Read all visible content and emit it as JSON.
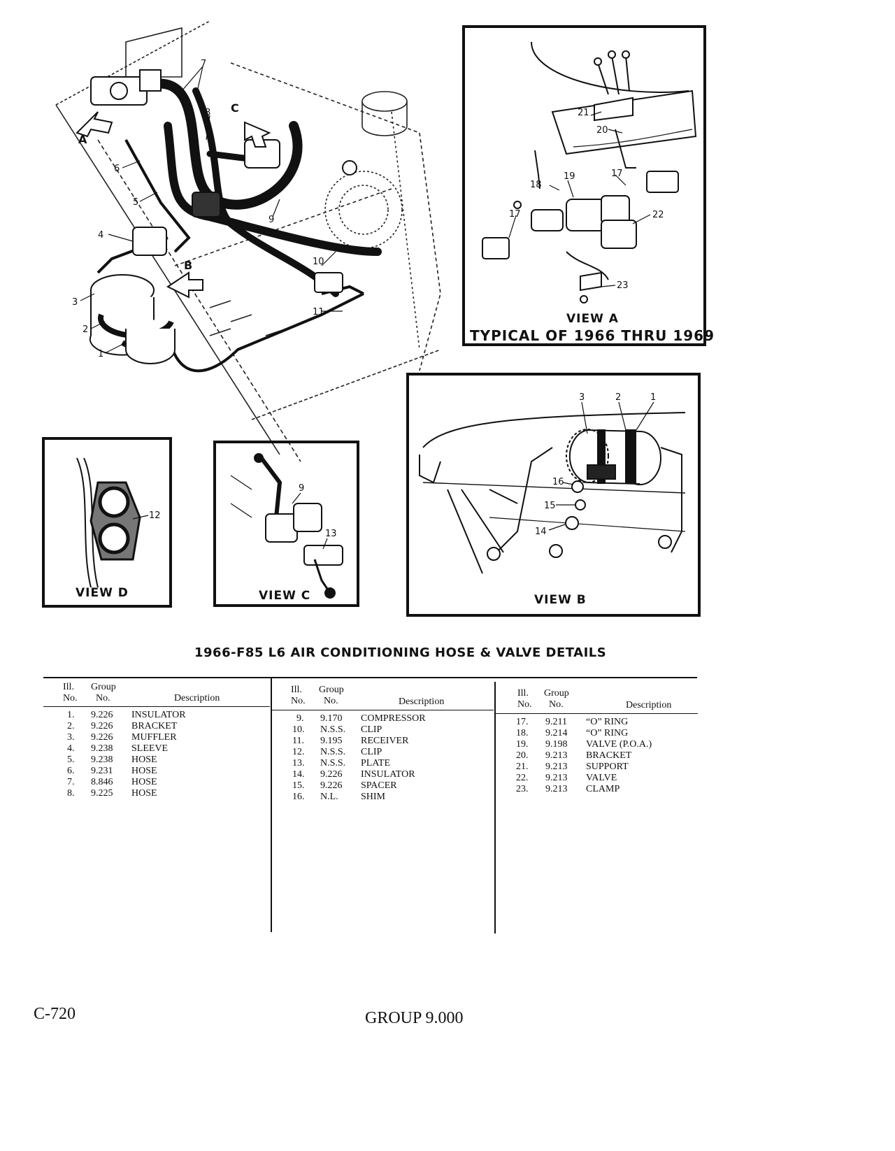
{
  "figure": {
    "main_callouts": [
      "1",
      "2",
      "3",
      "4",
      "5",
      "6",
      "7",
      "8",
      "9",
      "10",
      "11",
      "A",
      "B",
      "C"
    ],
    "view_a": {
      "label": "VIEW A",
      "subtitle": "TYPICAL OF 1966 THRU 1969",
      "callouts": [
        "17",
        "18",
        "19",
        "17",
        "20",
        "21",
        "22",
        "23"
      ]
    },
    "view_b": {
      "label": "VIEW B",
      "callouts": [
        "3",
        "2",
        "1",
        "16",
        "15",
        "14"
      ]
    },
    "view_c": {
      "label": "VIEW C",
      "callouts": [
        "9",
        "13"
      ]
    },
    "view_d": {
      "label": "VIEW D",
      "callouts": [
        "12"
      ]
    }
  },
  "caption": "1966-F85 L6 AIR CONDITIONING HOSE & VALVE DETAILS",
  "table": {
    "headers": {
      "ill_1": "Ill.",
      "ill_2": "No.",
      "group_1": "Group",
      "group_2": "No.",
      "desc": "Description"
    },
    "columns": [
      [
        {
          "no": "1.",
          "group": "9.226",
          "desc": "INSULATOR"
        },
        {
          "no": "2.",
          "group": "9.226",
          "desc": "BRACKET"
        },
        {
          "no": "3.",
          "group": "9.226",
          "desc": "MUFFLER"
        },
        {
          "no": "4.",
          "group": "9.238",
          "desc": "SLEEVE"
        },
        {
          "no": "5.",
          "group": "9.238",
          "desc": "HOSE"
        },
        {
          "no": "6.",
          "group": "9.231",
          "desc": "HOSE"
        },
        {
          "no": "7.",
          "group": "8.846",
          "desc": "HOSE"
        },
        {
          "no": "8.",
          "group": "9.225",
          "desc": "HOSE"
        }
      ],
      [
        {
          "no": "9.",
          "group": "9.170",
          "desc": "COMPRESSOR"
        },
        {
          "no": "10.",
          "group": "N.S.S.",
          "desc": "CLIP"
        },
        {
          "no": "11.",
          "group": "9.195",
          "desc": "RECEIVER"
        },
        {
          "no": "12.",
          "group": "N.S.S.",
          "desc": "CLIP"
        },
        {
          "no": "13.",
          "group": "N.S.S.",
          "desc": "PLATE"
        },
        {
          "no": "14.",
          "group": "9.226",
          "desc": "INSULATOR"
        },
        {
          "no": "15.",
          "group": "9.226",
          "desc": "SPACER"
        },
        {
          "no": "16.",
          "group": "N.L.",
          "desc": "SHIM"
        }
      ],
      [
        {
          "no": "17.",
          "group": "9.211",
          "desc": "“O” RING"
        },
        {
          "no": "18.",
          "group": "9.214",
          "desc": "“O” RING"
        },
        {
          "no": "19.",
          "group": "9.198",
          "desc": "VALVE (P.O.A.)"
        },
        {
          "no": "20.",
          "group": "9.213",
          "desc": "BRACKET"
        },
        {
          "no": "21.",
          "group": "9.213",
          "desc": "SUPPORT"
        },
        {
          "no": "22.",
          "group": "9.213",
          "desc": "VALVE"
        },
        {
          "no": "23.",
          "group": "9.213",
          "desc": "CLAMP"
        }
      ]
    ]
  },
  "footer": {
    "page": "C-720",
    "group": "GROUP 9.000"
  }
}
